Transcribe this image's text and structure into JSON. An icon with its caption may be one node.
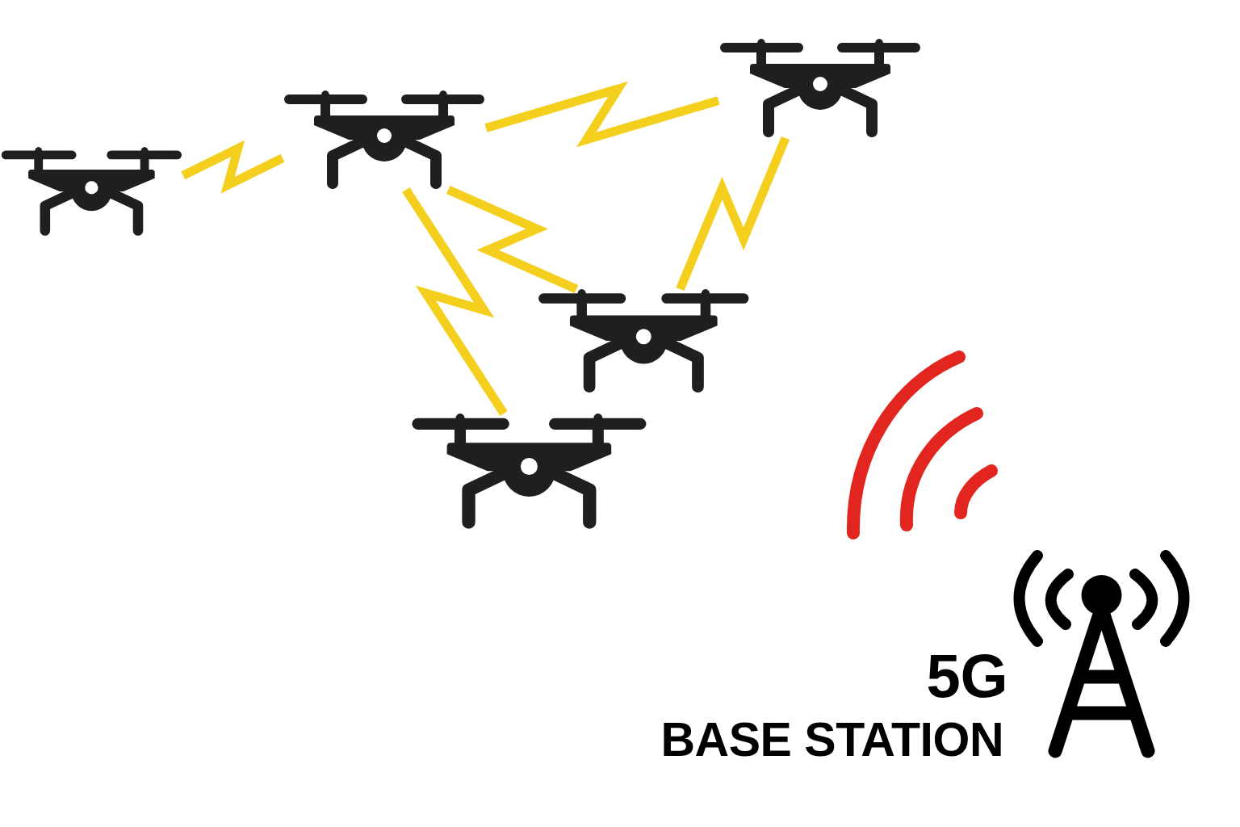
{
  "diagram": {
    "nodes": [
      {
        "text": [],
        "shape": "picture"
      },
      {
        "text": [],
        "shape": "picture"
      },
      {
        "text": [],
        "shape": "picture"
      },
      {
        "text": [],
        "shape": "picture"
      },
      {
        "text": [],
        "shape": "picture"
      },
      {
        "text": [],
        "shape": "picture",
        "beside": [
          "5G",
          "BASE STATION"
        ]
      }
    ],
    "edges": [
      {
        "from": 0,
        "to": 1,
        "arrow": "none"
      },
      {
        "from": 1,
        "to": 2,
        "arrow": "none"
      },
      {
        "from": 1,
        "to": 3,
        "arrow": "none"
      },
      {
        "from": 2,
        "to": 3,
        "arrow": "none"
      },
      {
        "from": 1,
        "to": 4,
        "arrow": "none"
      }
    ]
  }
}
